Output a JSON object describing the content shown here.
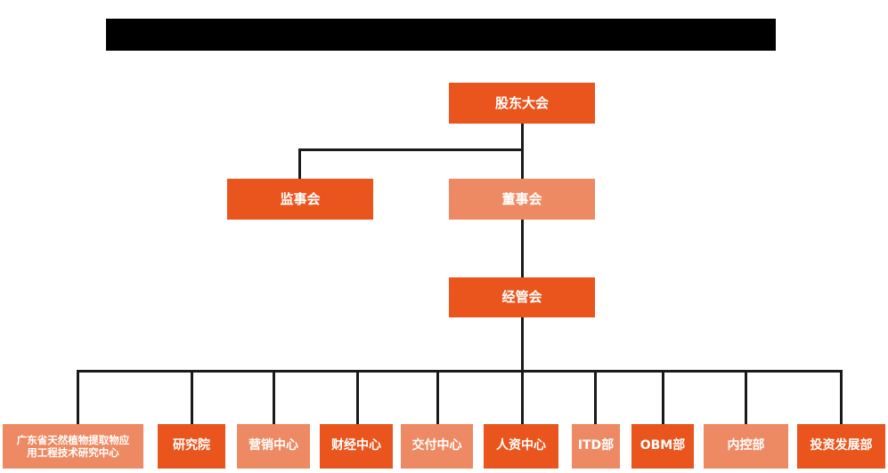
{
  "chart_title_bar": {
    "name": "redacted-title-bar",
    "state": "redacted",
    "color": "#000000"
  },
  "colors": {
    "node_dark": "#E9551D",
    "node_light": "#EE8A63",
    "connector": "#1A1A1A",
    "text": "#FFFFFF",
    "background": "#FFFFFF"
  },
  "org_chart": {
    "type": "org-chart",
    "levels": [
      {
        "level": 1,
        "nodes": [
          {
            "id": "shareholders",
            "label": "股东大会",
            "style": "dark"
          }
        ]
      },
      {
        "level": 2,
        "nodes": [
          {
            "id": "supervisors",
            "label": "监事会",
            "style": "dark"
          },
          {
            "id": "directors",
            "label": "董事会",
            "style": "light"
          }
        ]
      },
      {
        "level": 3,
        "nodes": [
          {
            "id": "management",
            "label": "经管会",
            "style": "dark"
          }
        ]
      },
      {
        "level": 4,
        "nodes": [
          {
            "id": "eng-center",
            "label": "广东省天然植物提取物应\n用工程技术研究中心",
            "style": "light"
          },
          {
            "id": "research-institute",
            "label": "研究院",
            "style": "dark"
          },
          {
            "id": "marketing-center",
            "label": "营销中心",
            "style": "light"
          },
          {
            "id": "finance-center",
            "label": "财经中心",
            "style": "dark"
          },
          {
            "id": "delivery-center",
            "label": "交付中心",
            "style": "light"
          },
          {
            "id": "hr-center",
            "label": "人资中心",
            "style": "dark"
          },
          {
            "id": "itd-dept",
            "label": "ITD部",
            "style": "light"
          },
          {
            "id": "obm-dept",
            "label": "OBM部",
            "style": "dark"
          },
          {
            "id": "internal-control-dept",
            "label": "内控部",
            "style": "light"
          },
          {
            "id": "investment-dev-dept",
            "label": "投资发展部",
            "style": "dark"
          }
        ]
      }
    ],
    "edges": [
      {
        "from": "shareholders",
        "to": "supervisors"
      },
      {
        "from": "shareholders",
        "to": "directors"
      },
      {
        "from": "directors",
        "to": "management"
      },
      {
        "from": "management",
        "to": "eng-center"
      },
      {
        "from": "management",
        "to": "research-institute"
      },
      {
        "from": "management",
        "to": "marketing-center"
      },
      {
        "from": "management",
        "to": "finance-center"
      },
      {
        "from": "management",
        "to": "delivery-center"
      },
      {
        "from": "management",
        "to": "hr-center"
      },
      {
        "from": "management",
        "to": "itd-dept"
      },
      {
        "from": "management",
        "to": "obm-dept"
      },
      {
        "from": "management",
        "to": "internal-control-dept"
      },
      {
        "from": "management",
        "to": "investment-dev-dept"
      }
    ]
  }
}
